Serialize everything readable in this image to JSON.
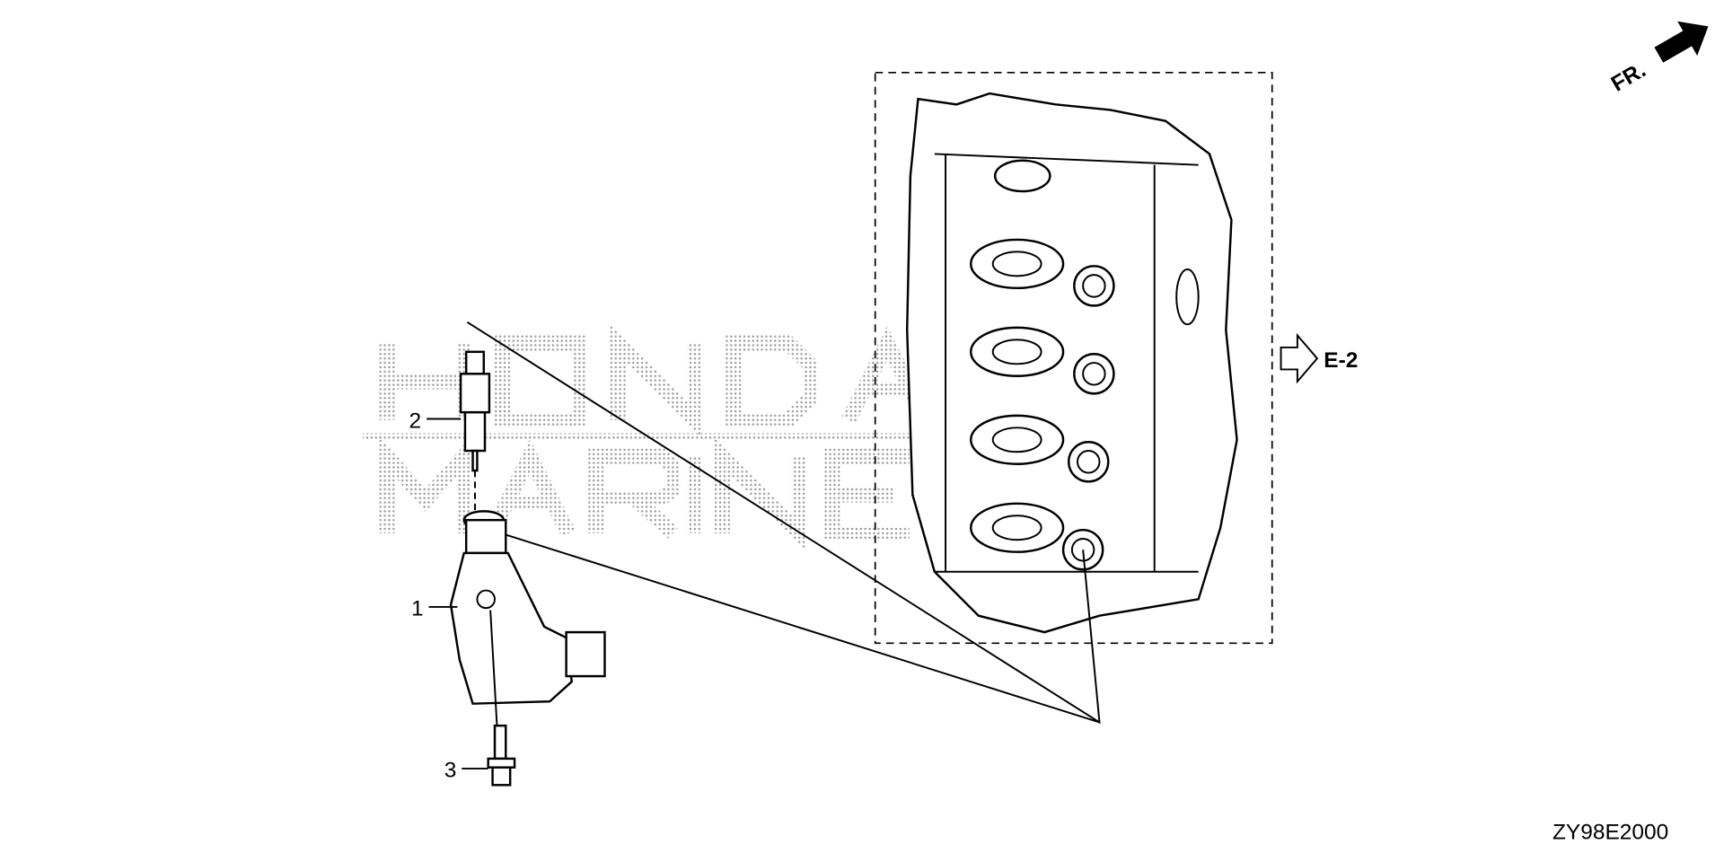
{
  "diagram": {
    "callouts": [
      {
        "number": "1",
        "part": "ignition-coil"
      },
      {
        "number": "2",
        "part": "spark-plug"
      },
      {
        "number": "3",
        "part": "bolt"
      }
    ],
    "reference": "E-2",
    "direction_marker": "FR.",
    "diagram_code": "ZY98E2000",
    "watermark": [
      "HONDA",
      "MARINE"
    ],
    "colors": {
      "ink": "#000000",
      "watermark": "#9a9a9a"
    }
  }
}
